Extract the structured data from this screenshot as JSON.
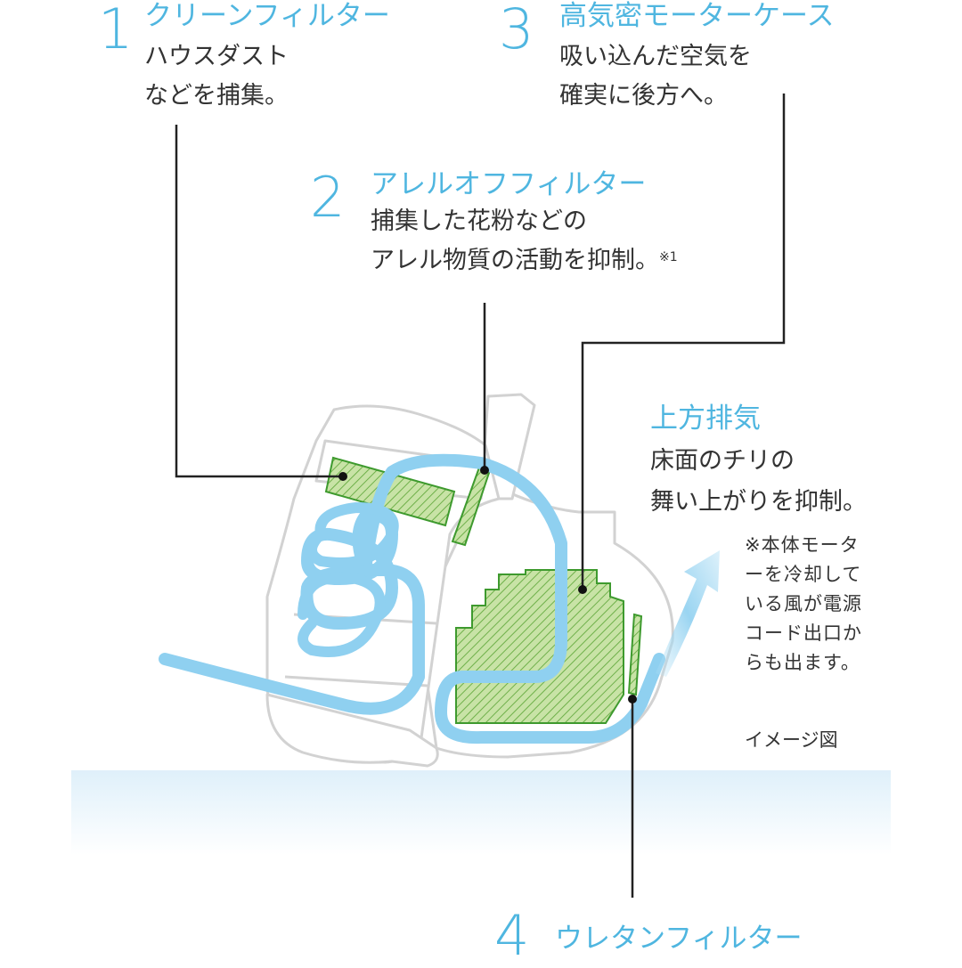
{
  "colors": {
    "accent": "#4fb6e0",
    "airflow": "#8fd0f0",
    "filter_fill": "#9fcf6a",
    "filter_stroke": "#3e9a2e",
    "leader_line": "#222222",
    "body_outline": "#d0d0d0",
    "floor": "#e4f2fb"
  },
  "callouts": [
    {
      "num": "1",
      "title": "クリーンフィルター",
      "desc": [
        "ハウスダスト",
        "などを捕集。"
      ]
    },
    {
      "num": "2",
      "title": "アレルオフフィルター",
      "desc": [
        "捕集した花粉などの",
        "アレル物質の活動を抑制。"
      ],
      "footnote_mark": "※1"
    },
    {
      "num": "3",
      "title": "高気密モーターケース",
      "desc": [
        "吸い込んだ空気を",
        "確実に後方へ。"
      ]
    },
    {
      "num": "4",
      "title": "ウレタンフィルター",
      "desc": []
    }
  ],
  "exhaust": {
    "title": "上方排気",
    "desc": [
      "床面のチリの",
      "舞い上がりを抑制。"
    ],
    "note": [
      "※本体モータ",
      "ーを冷却して",
      "いる風が電源",
      "コード出口か",
      "らも出ます。"
    ]
  },
  "image_label": "イメージ図",
  "icons": [
    "airflow-arrow-icon"
  ]
}
